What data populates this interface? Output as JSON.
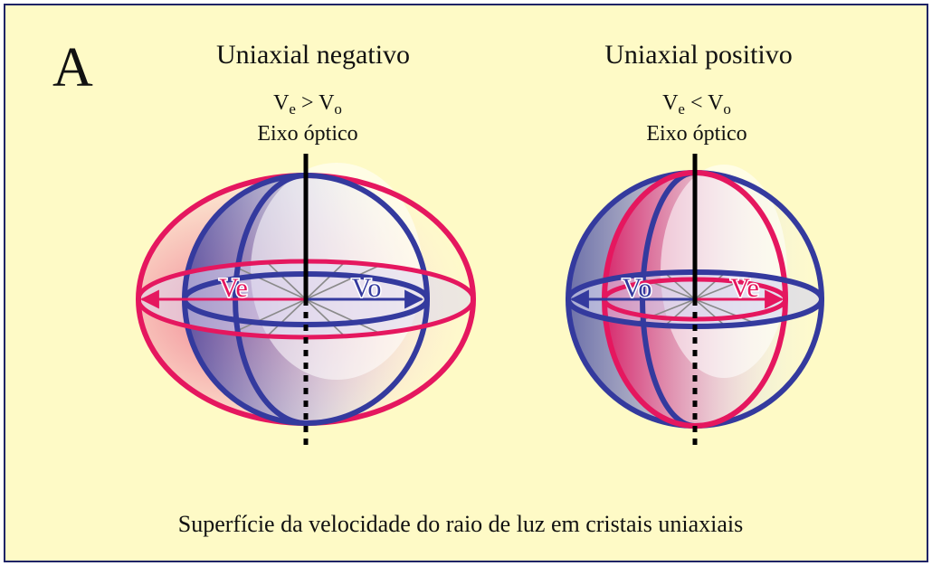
{
  "panel_letter": "A",
  "left": {
    "title": "Uniaxial negativo",
    "relation": {
      "a": "V",
      "a_sub": "e",
      "op": " > ",
      "b": "V",
      "b_sub": "o"
    },
    "axis_label": "Eixo óptico",
    "radius_outer_label": "Ve",
    "radius_inner_label": "Vo"
  },
  "right": {
    "title": "Uniaxial positivo",
    "relation": {
      "a": "V",
      "a_sub": "e",
      "op": " < ",
      "b": "V",
      "b_sub": "o"
    },
    "axis_label": "Eixo óptico",
    "radius_left_label": "Vo",
    "radius_right_label": "Ve"
  },
  "caption": "Superfície da velocidade do raio de luz em cristais uniaxiais",
  "colors": {
    "background": "#fefac6",
    "frame": "#1f2466",
    "extraordinary": "#e5175f",
    "ordinary": "#343a9e",
    "spokes": "#8a8a8a",
    "axis": "#000000"
  }
}
